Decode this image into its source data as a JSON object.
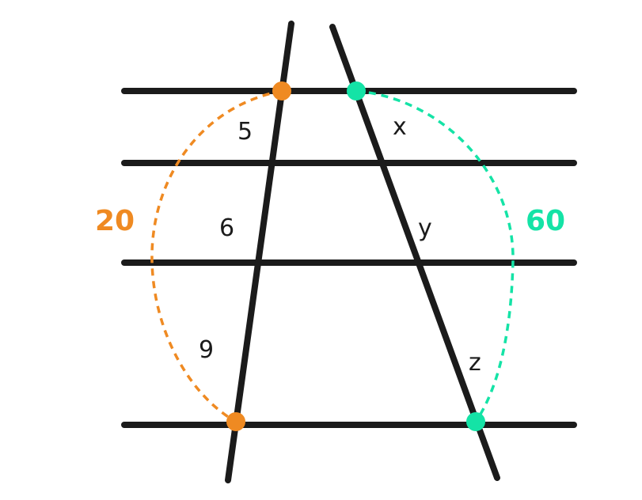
{
  "colors": {
    "line": "#1b1b1b",
    "left": "#EF8A22",
    "right": "#14E3A6"
  },
  "labels": {
    "left_segments": [
      "5",
      "6",
      "9"
    ],
    "right_segments": [
      "x",
      "y",
      "z"
    ],
    "left_total": "20",
    "right_total": "60"
  }
}
